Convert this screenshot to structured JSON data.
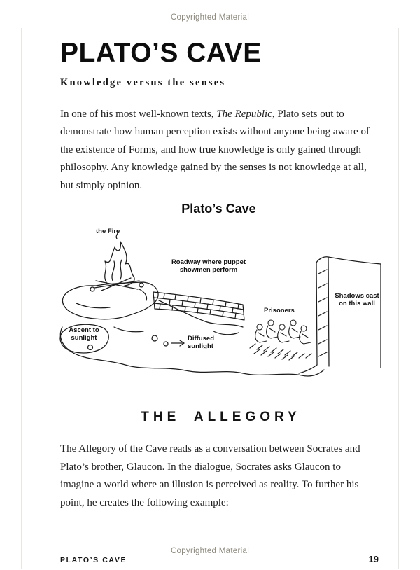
{
  "copyright": {
    "top": "Copyrighted Material",
    "bottom": "Copyrighted Material"
  },
  "header": {
    "title": "PLATO’S CAVE",
    "subtitle": "Knowledge versus the senses"
  },
  "intro": {
    "part1": "In one of his most well-known texts, ",
    "italic": "The Republic",
    "part2": ", Plato sets out to demonstrate how human perception exists without anyone being aware of the existence of Forms, and how true knowledge is only gained through philosophy. Any knowledge gained by the senses is not knowledge at all, but simply opinion."
  },
  "figure": {
    "title": "Plato’s Cave",
    "labels": {
      "fire": "the Fire",
      "roadway": "Roadway where puppet showmen perform",
      "prisoners": "Prisoners",
      "shadows": "Shadows cast on this wall",
      "ascent": "Ascent to sunlight",
      "diffused": "Diffused sunlight"
    }
  },
  "allegory": {
    "heading": "THE ALLEGORY",
    "body": "The Allegory of the Cave reads as a conversation between Socrates and Plato’s brother, Glaucon. In the dialogue, Socrates asks Glaucon to imagine a world where an illusion is perceived as reality. To further his point, he creates the following example:"
  },
  "footer": {
    "running_title": "PLATO’S CAVE",
    "page_number": "19"
  }
}
